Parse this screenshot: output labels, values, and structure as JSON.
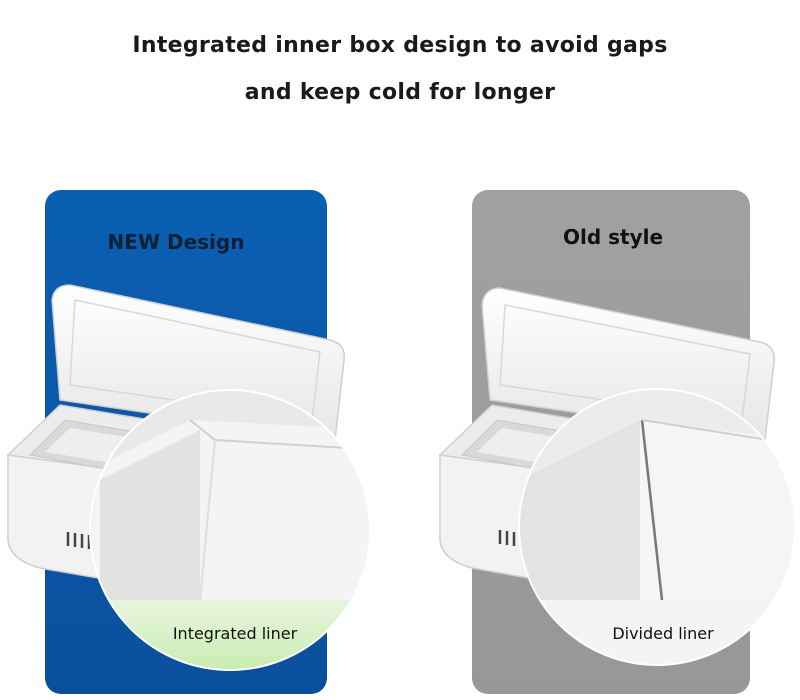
{
  "headline": {
    "line1": "Integrated inner box design to avoid gaps",
    "line2": "and keep cold for longer"
  },
  "new_panel": {
    "title": "NEW Design",
    "caption": "Integrated liner",
    "color": "#0b5aad"
  },
  "old_panel": {
    "title": "Old style",
    "caption": "Divided liner",
    "color": "#9c9c9c"
  }
}
